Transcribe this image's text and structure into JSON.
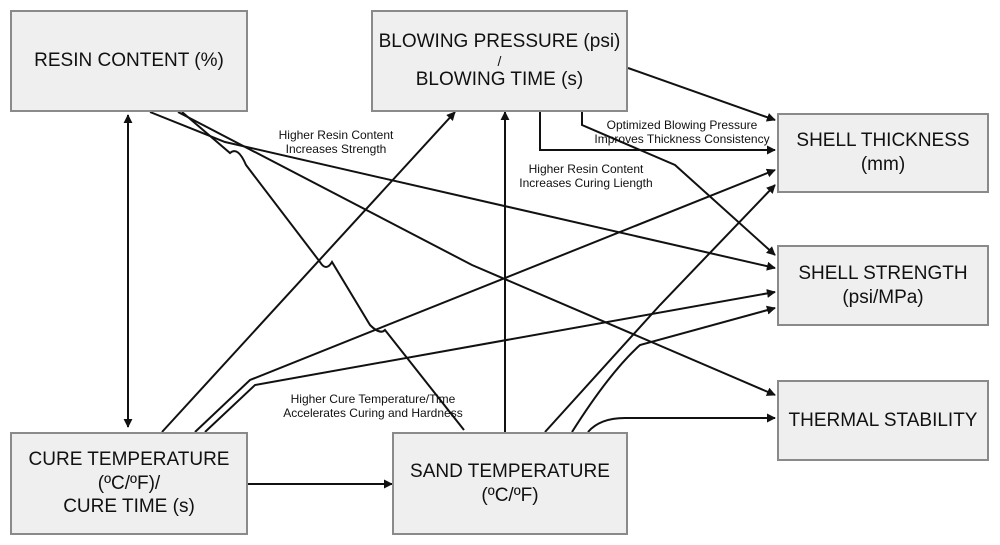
{
  "nodes": {
    "resin": {
      "lines": [
        "RESIN CONTENT (%)"
      ]
    },
    "blowing": {
      "lines": [
        "BLOWING PRESSURE (psi)",
        "/",
        "BLOWING TIME (s)"
      ]
    },
    "thickness": {
      "lines": [
        "SHELL THICKNESS",
        "(mm)"
      ]
    },
    "strength": {
      "lines": [
        "SHELL STRENGTH",
        "(psi/MPa)"
      ]
    },
    "thermal": {
      "lines": [
        "THERMAL STABILITY"
      ]
    },
    "cure": {
      "lines": [
        "CURE TEMPERATURE",
        "(ºC/ºF)/",
        "CURE TIME (s)"
      ]
    },
    "sand": {
      "lines": [
        "SAND TEMPERATURE",
        "(ºC/ºF)"
      ]
    }
  },
  "labels": {
    "resin_strength": {
      "lines": [
        "Higher Resin Content",
        "Increases Strength"
      ]
    },
    "blowing_thickness": {
      "lines": [
        "Optimized Blowing Pressure",
        "Improves Thickness Consistency"
      ]
    },
    "resin_curing": {
      "lines": [
        "Higher Resin Content",
        "Increases Curing Liength"
      ]
    },
    "cure_hardness": {
      "lines": [
        "Higher Cure Temperature/Time",
        "Accelerates Curing and Hardness"
      ]
    }
  },
  "colors": {
    "box_fill": "#efefef",
    "box_border": "#8a8a8a",
    "line": "#111111"
  }
}
